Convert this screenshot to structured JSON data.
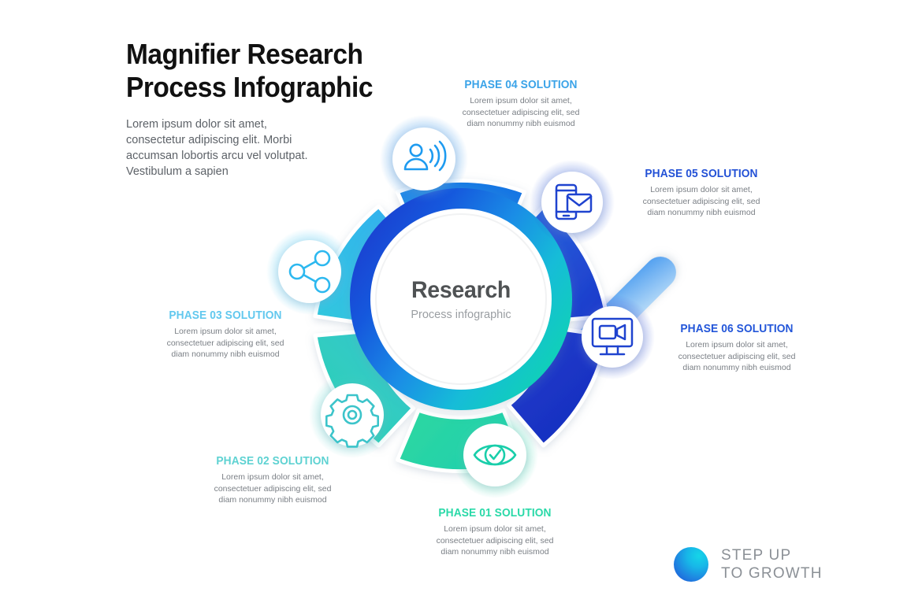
{
  "header": {
    "title": "Magnifier Research\nProcess Infographic",
    "subtitle": "Lorem ipsum dolor sit amet, consectetur adipiscing elit. Morbi accumsan lobortis arcu vel volutpat. Vestibulum a sapien"
  },
  "center": {
    "title": "Research",
    "subtitle": "Process infographic"
  },
  "body_text": "Lorem ipsum dolor sit amet,\nconsectetuer adipiscing elit, sed\ndiam nonummy nibh euismod",
  "phases": [
    {
      "id": "phase-01",
      "title": "PHASE 01 SOLUTION",
      "body": "Lorem ipsum dolor sit amet,\nconsectetuer adipiscing elit, sed\ndiam nonummy nibh euismod",
      "color": "#2ad9a8",
      "icon": "eye-check-icon",
      "segment_from": "#2fd8a0",
      "segment_to": "#22cfa4"
    },
    {
      "id": "phase-02",
      "title": "PHASE 02 SOLUTION",
      "body": "Lorem ipsum dolor sit amet,\nconsectetuer adipiscing elit, sed\ndiam nonummy nibh euismod",
      "color": "#5ed2d2",
      "icon": "gear-icon",
      "segment_from": "#2ec9c4",
      "segment_to": "#2bd3ac"
    },
    {
      "id": "phase-03",
      "title": "PHASE 03 SOLUTION",
      "body": "Lorem ipsum dolor sit amet,\nconsectetuer adipiscing elit, sed\ndiam nonummy nibh euismod",
      "color": "#62c8ee",
      "icon": "share-nodes-icon",
      "segment_from": "#34b6ef",
      "segment_to": "#2fc6e0"
    },
    {
      "id": "phase-04",
      "title": "PHASE 04 SOLUTION",
      "body": "Lorem ipsum dolor sit amet,\nconsectetuer adipiscing elit, sed\ndiam nonummy nibh euismod",
      "color": "#3aa3e8",
      "icon": "person-signal-icon",
      "segment_from": "#1277e4",
      "segment_to": "#2f9fe8"
    },
    {
      "id": "phase-05",
      "title": "PHASE 05 SOLUTION",
      "body": "Lorem ipsum dolor sit amet,\nconsectetuer adipiscing elit, sed\ndiam nonummy nibh euismod",
      "color": "#2351d6",
      "icon": "mobile-mail-icon",
      "segment_from": "#1b3fd0",
      "segment_to": "#2a63de"
    },
    {
      "id": "phase-06",
      "title": "PHASE 06 SOLUTION",
      "body": "Lorem ipsum dolor sit amet,\nconsectetuer adipiscing elit, sed\ndiam nonummy nibh euismod",
      "color": "#2356d9",
      "icon": "monitor-video-icon",
      "segment_from": "#132ec2",
      "segment_to": "#1f44cf"
    }
  ],
  "logo": {
    "text": "STEP UP\nTO GROWTH",
    "mark": "gradient-sphere-icon"
  },
  "colors": {
    "background": "#ffffff",
    "title": "#111111",
    "body": "#7a7f85",
    "center_title": "#4f5254",
    "center_subtitle": "#9a9ea2",
    "handle_from": "#cfe6fb",
    "handle_to": "#4f9ef0"
  }
}
